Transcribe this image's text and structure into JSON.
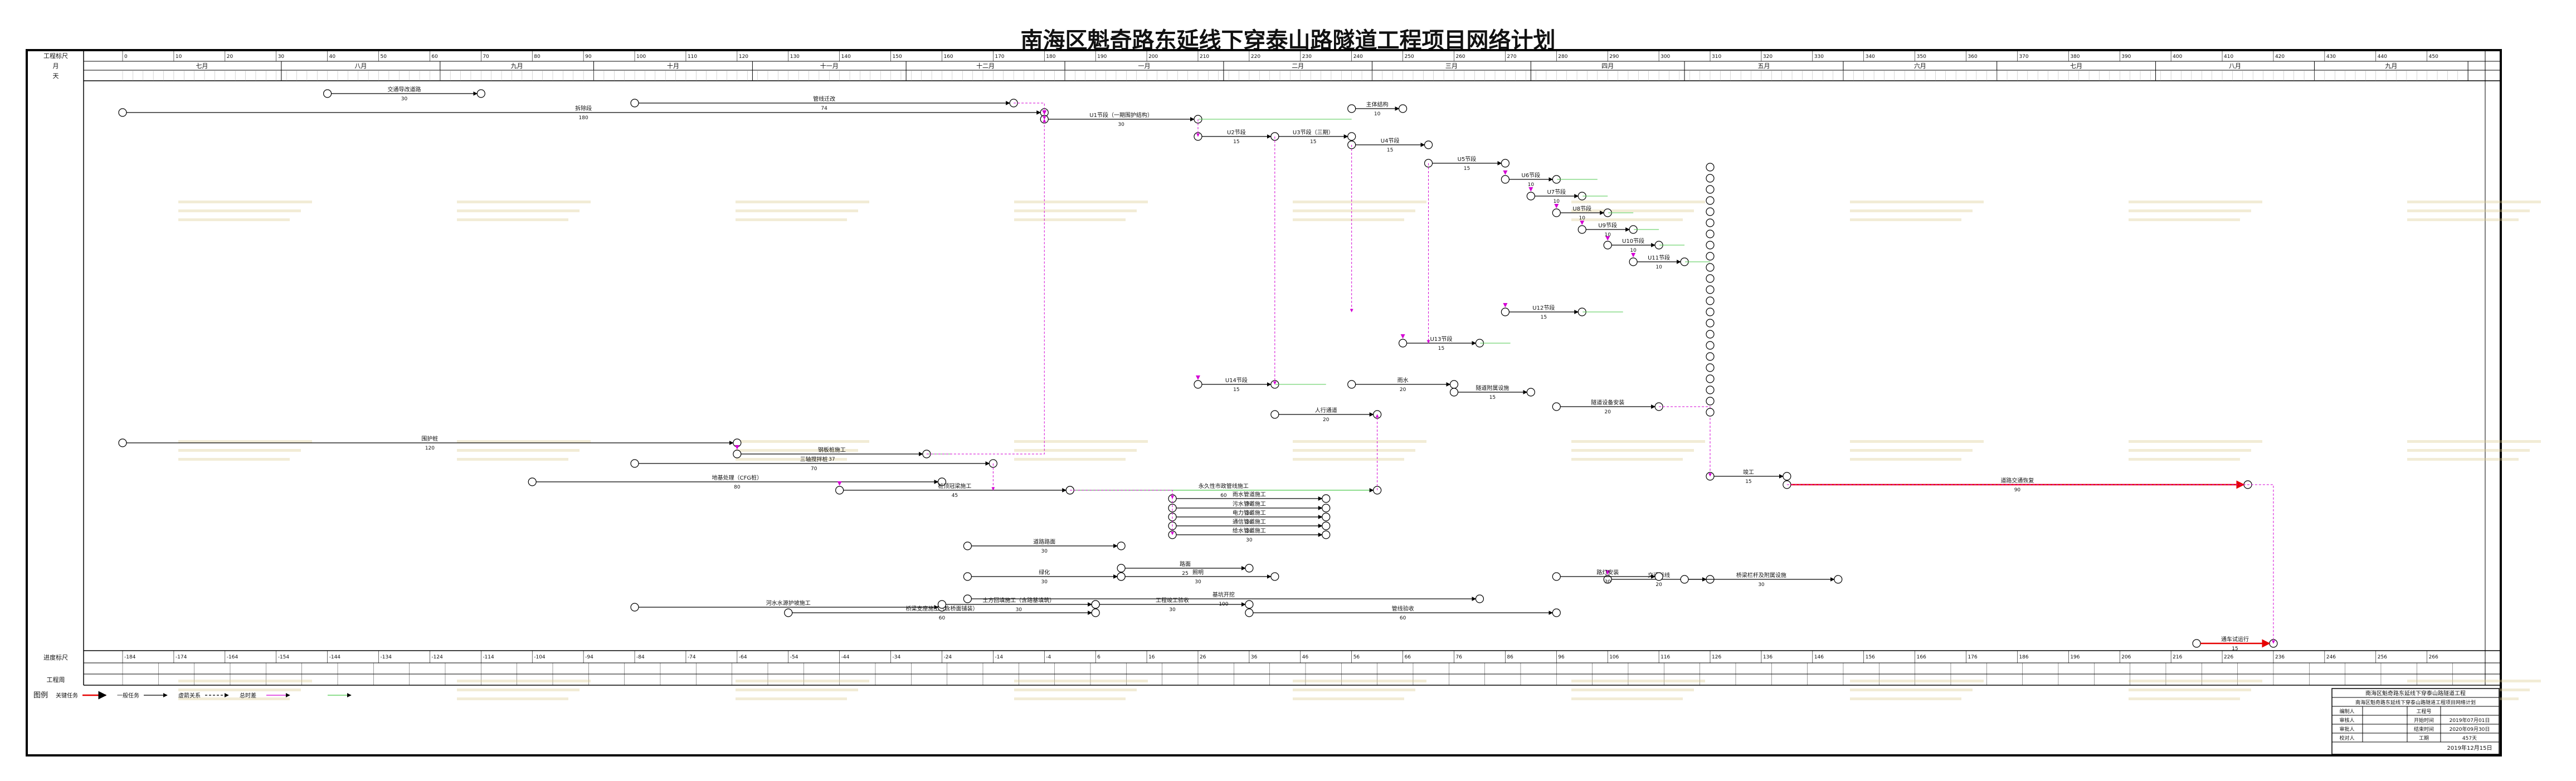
{
  "title": "南海区魁奇路东延线下穿泰山路隧道工程项目网络计划",
  "header": {
    "row_labels": [
      "工程标尺",
      "月",
      "天"
    ],
    "months": [
      "七月",
      "八月",
      "九月",
      "十月",
      "十一月",
      "十二月",
      "一月",
      "二月",
      "三月",
      "四月",
      "五月",
      "六月",
      "七月",
      "八月",
      "九月"
    ],
    "top_ticks": [
      "0",
      "10",
      "20",
      "30",
      "40",
      "50",
      "60",
      "70",
      "80",
      "90",
      "100",
      "110",
      "120",
      "130",
      "140",
      "150",
      "160",
      "170",
      "180",
      "190",
      "200",
      "210",
      "220",
      "230",
      "240",
      "250",
      "260",
      "270",
      "280",
      "290",
      "300",
      "310",
      "320",
      "330",
      "340",
      "350",
      "360",
      "370",
      "380",
      "390",
      "400",
      "410",
      "420",
      "430",
      "440",
      "450"
    ]
  },
  "footer": {
    "row_labels": [
      "进度标尺",
      "工程周"
    ],
    "ticks": [
      "-184",
      "-174",
      "-164",
      "-154",
      "-144",
      "-134",
      "-124",
      "-114",
      "-104",
      "-94",
      "-84",
      "-74",
      "-64",
      "-54",
      "-44",
      "-34",
      "-24",
      "-14",
      "-4",
      "6",
      "16",
      "26",
      "36",
      "46",
      "56",
      "66",
      "76",
      "86",
      "96",
      "106",
      "116",
      "126",
      "136",
      "146",
      "156",
      "166",
      "176",
      "186",
      "196",
      "206",
      "216",
      "226",
      "236",
      "246",
      "256",
      "266"
    ]
  },
  "activities": [
    {
      "label": "交通导改道路",
      "duration": "30"
    },
    {
      "label": "管线迁改",
      "duration": "74"
    },
    {
      "label": "拆除段",
      "duration": "180"
    },
    {
      "label": "主体结构",
      "duration": "10"
    },
    {
      "label": "U1节段（一期围护结构）",
      "duration": "30"
    },
    {
      "label": "U2节段",
      "duration": "15"
    },
    {
      "label": "U3节段（三期）",
      "duration": "15"
    },
    {
      "label": "U4节段",
      "duration": "15"
    },
    {
      "label": "U5节段",
      "duration": "15"
    },
    {
      "label": "U6节段",
      "duration": "10"
    },
    {
      "label": "U7节段",
      "duration": "10"
    },
    {
      "label": "U8节段",
      "duration": "10"
    },
    {
      "label": "U9节段",
      "duration": "10"
    },
    {
      "label": "U10节段",
      "duration": "10"
    },
    {
      "label": "U11节段",
      "duration": "10"
    },
    {
      "label": "U12节段",
      "duration": "15"
    },
    {
      "label": "U13节段",
      "duration": "15"
    },
    {
      "label": "U14节段",
      "duration": "15"
    },
    {
      "label": "雨水",
      "duration": "20"
    },
    {
      "label": "隧道附属设施",
      "duration": "15"
    },
    {
      "label": "隧道设备安装",
      "duration": "20"
    },
    {
      "label": "人行通道",
      "duration": "20"
    },
    {
      "label": "围护桩",
      "duration": "120"
    },
    {
      "label": "钢板桩施工",
      "duration": "37"
    },
    {
      "label": "三轴搅拌桩",
      "duration": "70"
    },
    {
      "label": "地基处理（CFG桩）",
      "duration": "80"
    },
    {
      "label": "桩顶冠梁施工",
      "duration": "45"
    },
    {
      "label": "永久性市政管线施工",
      "duration": "60"
    },
    {
      "label": "雨水管道施工",
      "duration": "30"
    },
    {
      "label": "污水管道施工",
      "duration": "30"
    },
    {
      "label": "电力管道施工",
      "duration": "30"
    },
    {
      "label": "通信管道施工",
      "duration": "30"
    },
    {
      "label": "给水管道施工",
      "duration": "30"
    },
    {
      "label": "道路路面",
      "duration": "30"
    },
    {
      "label": "路面",
      "duration": "25"
    },
    {
      "label": "绿化",
      "duration": "30"
    },
    {
      "label": "交通标线",
      "duration": "20"
    },
    {
      "label": "照明",
      "duration": "30"
    },
    {
      "label": "路灯安装",
      "duration": "30"
    },
    {
      "label": "桥梁栏杆及附属设施",
      "duration": "30"
    },
    {
      "label": "基坑开挖",
      "duration": "100"
    },
    {
      "label": "河水水源护坡施工",
      "duration": "60"
    },
    {
      "label": "桥梁支座施工（含桥面铺装）",
      "duration": "60"
    },
    {
      "label": "土方回填施工（含路基填筑）",
      "duration": "30"
    },
    {
      "label": "工程竣工验收",
      "duration": "30"
    },
    {
      "label": "管线验收",
      "duration": "60"
    },
    {
      "label": "竣工",
      "duration": "15"
    },
    {
      "label": "道路交通恢复",
      "duration": "90"
    },
    {
      "label": "通车试运行",
      "duration": "15"
    }
  ],
  "legend": {
    "title": "图例",
    "items": [
      {
        "label": "关键任务",
        "color": "#e60000"
      },
      {
        "label": "一般任务",
        "color": "#000000"
      },
      {
        "label": "虚箭关系",
        "color": "#000000"
      },
      {
        "label": "总时差",
        "color": "#d400d4"
      },
      {
        "label": "",
        "color": "#4cc94c"
      }
    ]
  },
  "title_block": {
    "project": "南海区魁奇路东延线下穿泰山路隧道工程",
    "drawing": "南海区魁奇路东延线下穿泰山路隧道工程项目网络计划",
    "rows": [
      {
        "label": "编制人",
        "value": "",
        "label2": "工程号",
        "value2": ""
      },
      {
        "label": "审核人",
        "value": "",
        "label2": "开始时间",
        "value2": "2019年07月01日"
      },
      {
        "label": "审批人",
        "value": "",
        "label2": "结束时间",
        "value2": "2020年09月30日"
      },
      {
        "label": "校对人",
        "value": "",
        "label2": "工期",
        "value2": "457天"
      }
    ],
    "date": "2019年12月15日"
  },
  "colors": {
    "critical": "#e60000",
    "normal": "#000000",
    "float": "#d400d4",
    "green": "#4cc94c",
    "watermark": "#d9c98a"
  }
}
